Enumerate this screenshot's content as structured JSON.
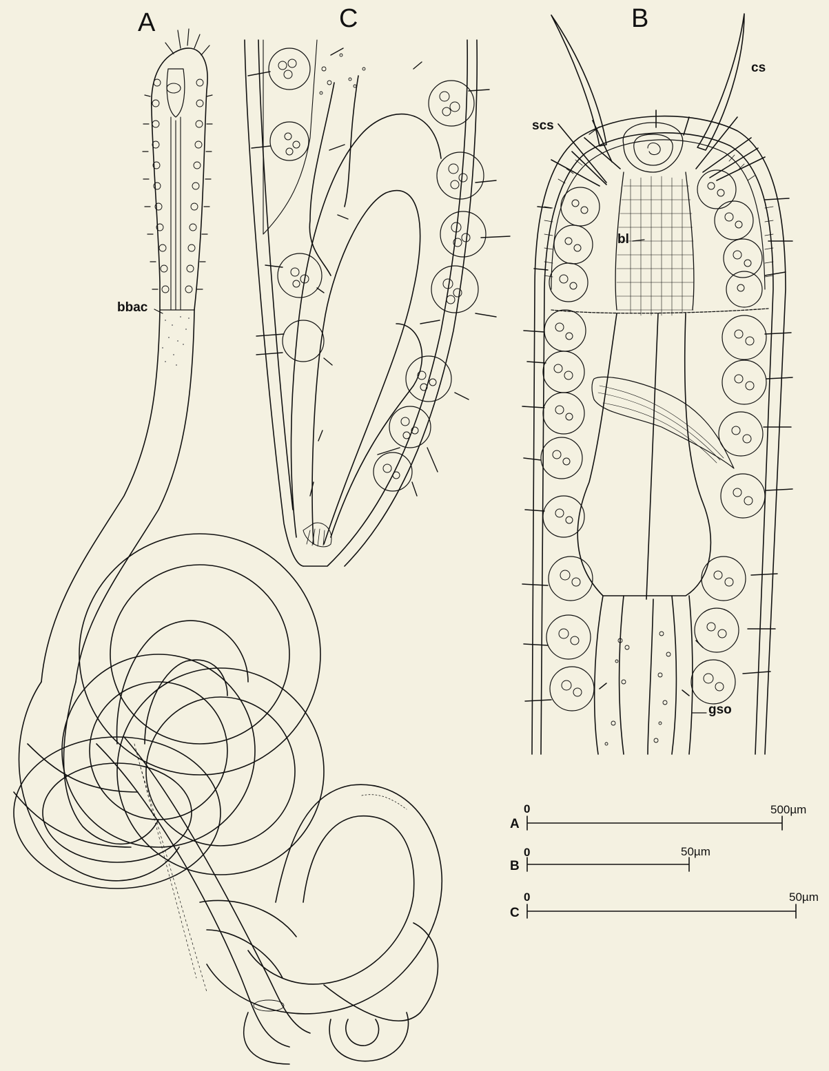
{
  "panels": {
    "a": "A",
    "b": "B",
    "c": "C"
  },
  "labels": {
    "bbac": "bbac",
    "cs": "cs",
    "scs": "scs",
    "bl": "bl",
    "gso": "gso"
  },
  "scale_bars": [
    {
      "letter": "A",
      "zero": "0",
      "value": "500",
      "unit": "µm"
    },
    {
      "letter": "B",
      "zero": "0",
      "value": "50",
      "unit": "µm"
    },
    {
      "letter": "C",
      "zero": "0",
      "value": "50",
      "unit": "µm"
    }
  ],
  "colors": {
    "paper": "#f4f1e1",
    "ink": "#111111"
  }
}
